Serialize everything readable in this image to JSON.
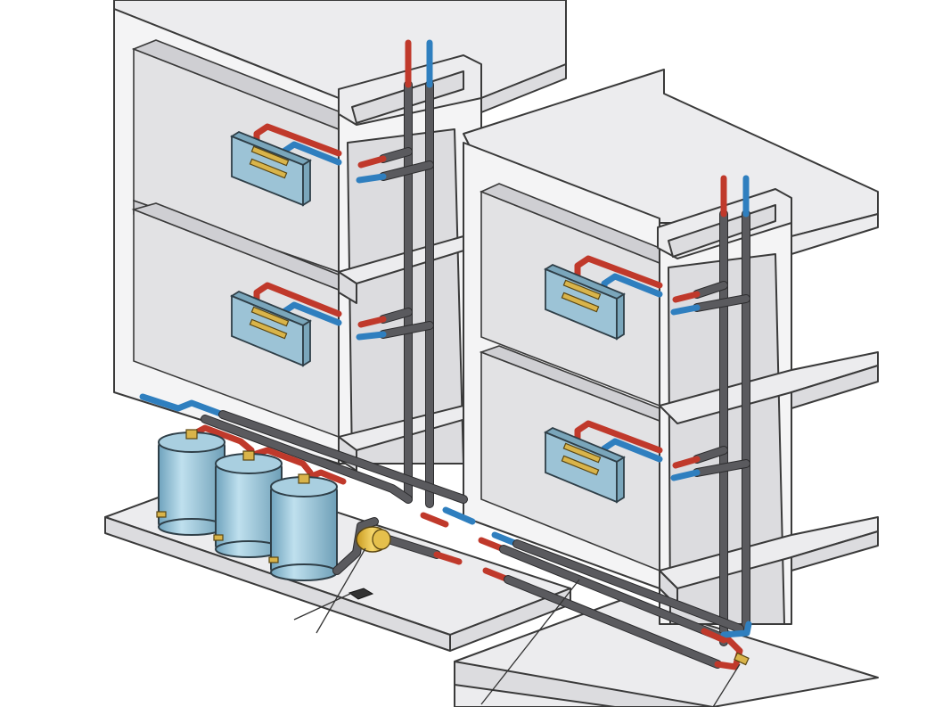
{
  "figure": {
    "buildings": [
      {
        "id": "building-left",
        "floors": 2,
        "risers": [
          "hot",
          "cold"
        ]
      },
      {
        "id": "building-right",
        "floors": 2,
        "risers": [
          "hot",
          "cold"
        ]
      }
    ],
    "water_heaters": 3,
    "colors": {
      "hot_pipe": "#c0392b",
      "cold_pipe": "#2f7fbf",
      "insulated_pipe": "#5a5a5e",
      "concrete": "#ececee",
      "manifold_box": "#9cc3d6",
      "brass": "#d9b44a",
      "tank": "#8fbdd3"
    },
    "labels": []
  }
}
